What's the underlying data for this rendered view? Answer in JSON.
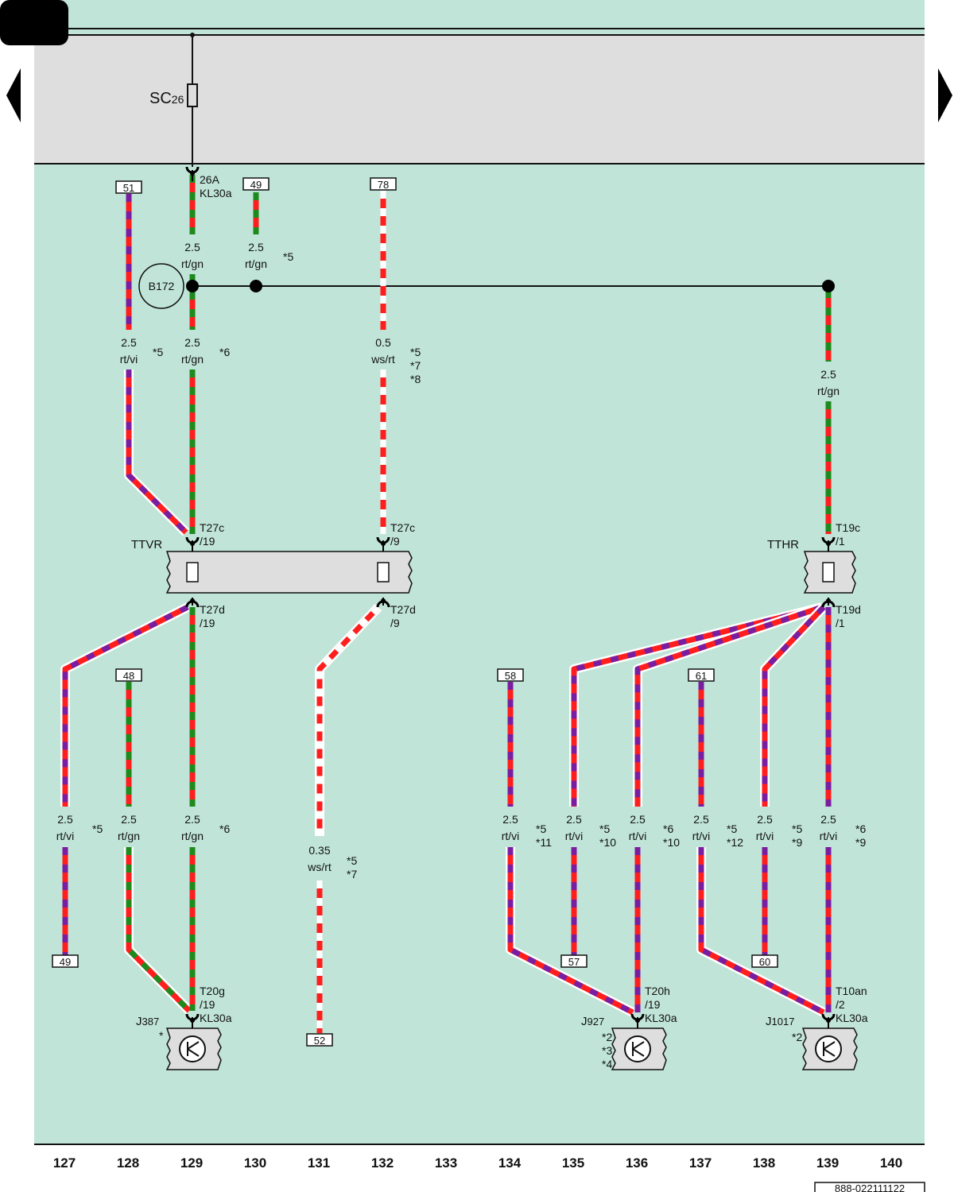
{
  "colors": {
    "background": "#c0e4d8",
    "fuse_band": "#dedede",
    "red": "#ff1e1e",
    "green": "#1e8a1e",
    "violet": "#7a1ea0",
    "white": "#ffffff"
  },
  "fuse": {
    "name": "SC",
    "number": "26"
  },
  "splice": {
    "label": "B172"
  },
  "connectors": {
    "ttvr_label": "TTVR",
    "tthr_label": "TTHR",
    "pin_26a": "26A",
    "pin_26a_sub": "KL30a",
    "t27c_19": "T27c",
    "t27c_19_sub": "/19",
    "t27c_9": "T27c",
    "t27c_9_sub": "/9",
    "t19c_1": "T19c",
    "t19c_1_sub": "/1",
    "t27d_19": "T27d",
    "t27d_19_sub": "/19",
    "t27d_9": "T27d",
    "t27d_9_sub": "/9",
    "t19d_1": "T19d",
    "t19d_1_sub": "/1",
    "t20g": "T20g",
    "t20g_sub": "/19",
    "t20g_sub2": "KL30a",
    "t20h": "T20h",
    "t20h_sub": "/19",
    "t20h_sub2": "KL30a",
    "t10an": "T10an",
    "t10an_sub": "/2",
    "t10an_sub2": "KL30a"
  },
  "components": {
    "j387": {
      "prefix": "J",
      "number": "387",
      "note": "*"
    },
    "j927": {
      "prefix": "J",
      "number": "927",
      "notes": [
        "*2",
        "*3",
        "*4"
      ]
    },
    "j1017": {
      "prefix": "J",
      "number": "1017",
      "notes": [
        "*2"
      ]
    }
  },
  "refs": {
    "r51": "51",
    "r49_top": "49",
    "r78": "78",
    "r48": "48",
    "r58": "58",
    "r61": "61",
    "r49_bottom": "49",
    "r52": "52",
    "r57": "57",
    "r60": "60"
  },
  "wire_labels": {
    "w1": [
      "2.5",
      "rt/gn"
    ],
    "w2": [
      "2.5",
      "rt/gn"
    ],
    "w3": [
      "2.5",
      "rt/vi"
    ],
    "w4": [
      "2.5",
      "rt/gn"
    ],
    "w5": [
      "0.5",
      "ws/rt"
    ],
    "w6": [
      "2.5",
      "rt/gn"
    ],
    "w7": [
      "2.5",
      "rt/vi"
    ],
    "w8": [
      "2.5",
      "rt/gn"
    ],
    "w9": [
      "2.5",
      "rt/gn"
    ],
    "w10": [
      "0.35",
      "ws/rt"
    ],
    "w11": [
      "2.5",
      "rt/vi"
    ],
    "w12": [
      "2.5",
      "rt/vi"
    ],
    "w13": [
      "2.5",
      "rt/vi"
    ],
    "w14": [
      "2.5",
      "rt/vi"
    ],
    "w15": [
      "2.5",
      "rt/vi"
    ],
    "w16": [
      "2.5",
      "rt/vi"
    ]
  },
  "notes": {
    "n1": [
      "*5"
    ],
    "n2": [
      "*5"
    ],
    "n3": [
      "*6"
    ],
    "n4": [
      "*5",
      "*7",
      "*8"
    ],
    "n5": [
      "*5"
    ],
    "n6": [
      "*6"
    ],
    "n7": [
      "*5",
      "*7"
    ],
    "n8": [
      "*5",
      "*11"
    ],
    "n9": [
      "*5",
      "*10"
    ],
    "n10": [
      "*6",
      "*10"
    ],
    "n11": [
      "*5",
      "*12"
    ],
    "n12": [
      "*5",
      "*9"
    ],
    "n13": [
      "*6",
      "*9"
    ]
  },
  "axis": [
    "127",
    "128",
    "129",
    "130",
    "131",
    "132",
    "133",
    "134",
    "135",
    "136",
    "137",
    "138",
    "139",
    "140"
  ],
  "doc_number": "888-022111122"
}
